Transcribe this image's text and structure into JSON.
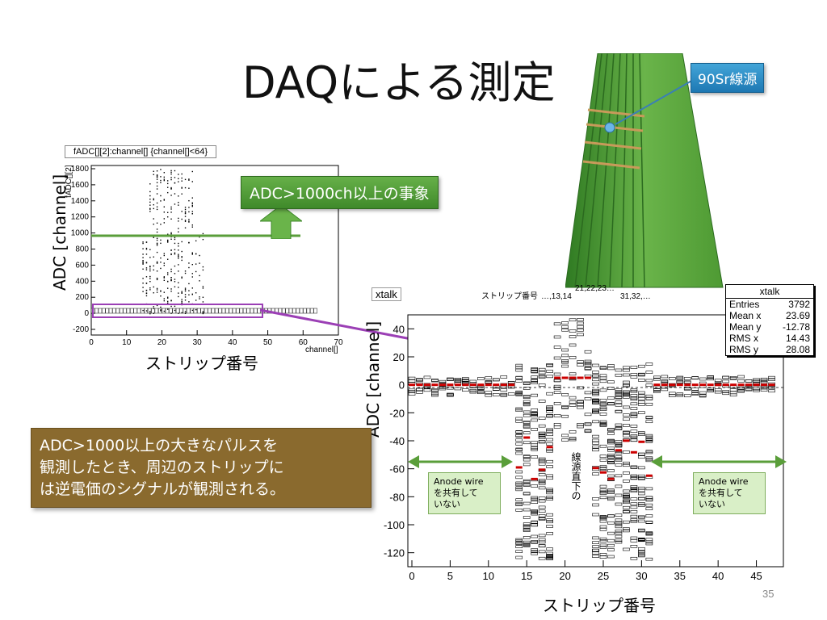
{
  "slide": {
    "title": "DAQによる測定",
    "page_number": "35"
  },
  "callouts": {
    "adc_event": "ADC>1000ch以上の事象",
    "source": "90Sr線源",
    "description_lines": [
      "ADC>1000以上の大きなパルスを",
      "観測したとき、周辺のストリップに",
      "は逆電価のシグナルが観測される。"
    ],
    "anode_left_lines": [
      "Anode wire",
      "を共有して",
      "いない"
    ],
    "anode_right_lines": [
      "Anode wire",
      "を共有して",
      "いない"
    ],
    "under_source_vertical": "線源直下の"
  },
  "left_plot": {
    "header": "fADC[][2]:channel[] {channel[]<64}",
    "y_axis_small": "fADC[][2]",
    "y_axis_label": "ADC [channel]",
    "x_axis_small": "channel[]",
    "x_axis_label": "ストリップ番号",
    "y_ticks": [
      "1800",
      "1600",
      "1400",
      "1200",
      "1000",
      "800",
      "600",
      "400",
      "200",
      "0",
      "-200"
    ],
    "x_ticks": [
      "0",
      "10",
      "20",
      "30",
      "40",
      "50",
      "60",
      "70"
    ]
  },
  "right_plot": {
    "name_label": "xtalk",
    "strip_header": "ストリップ番号",
    "strip_groups": [
      "…,13,14",
      "21,22,23…",
      "31,32,…"
    ],
    "y_axis_label": "ADC [channel]",
    "x_axis_label": "ストリップ番号",
    "y_ticks": [
      "40",
      "20",
      "0",
      "-20",
      "-40",
      "-60",
      "-80",
      "-100",
      "-120"
    ],
    "x_ticks": [
      "0",
      "5",
      "10",
      "15",
      "20",
      "25",
      "30",
      "35",
      "40",
      "45"
    ]
  },
  "stats_box": {
    "title": "xtalk",
    "rows": [
      {
        "label": "Entries",
        "value": "3792"
      },
      {
        "label": "Mean x",
        "value": "23.69"
      },
      {
        "label": "Mean y",
        "value": "-12.78"
      },
      {
        "label": "RMS x",
        "value": "14.43"
      },
      {
        "label": "RMS y",
        "value": "28.08"
      }
    ]
  },
  "colors": {
    "green_accent": "#5a9e3a",
    "purple_accent": "#9b3fb5",
    "brown_box": "#8a6a2e",
    "blue_callout": "#2a8ac4",
    "hist_red": "#cc0000"
  }
}
